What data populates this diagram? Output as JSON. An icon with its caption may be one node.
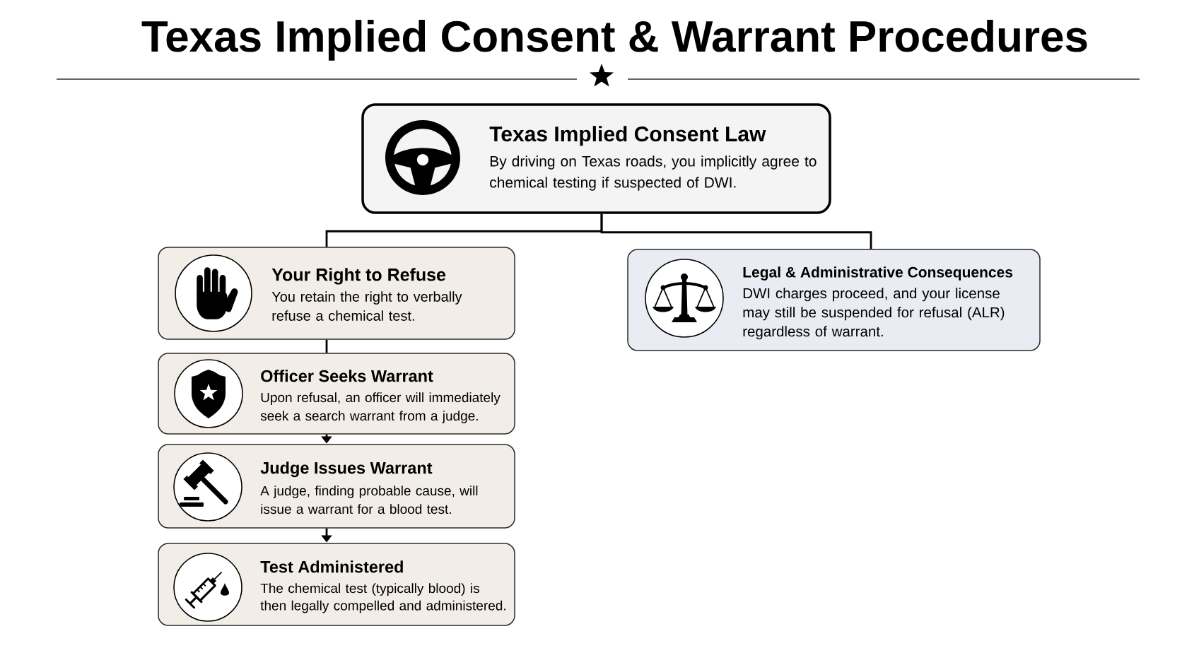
{
  "diagram": {
    "title": "Texas Implied Consent & Warrant Procedures",
    "nodes": [
      {
        "text": [
          "Texas Implied Consent Law",
          "By driving on Texas roads, you implicitly agree to chemical testing if suspected of DWI."
        ]
      },
      {
        "text": [
          "Your Right to Refuse",
          "You retain the right to verbally refuse a chemical test."
        ]
      },
      {
        "text": [
          "Legal & Administrative Consequences",
          "DWI charges proceed, and your license may still be suspended for refusal (ALR) regardless of warrant."
        ]
      },
      {
        "text": [
          "Officer Seeks Warrant",
          "Upon refusal, an officer will immediately seek a search warrant from a judge."
        ]
      },
      {
        "text": [
          "Judge Issues Warrant",
          "A judge, finding probable cause, will issue a warrant for a blood test."
        ]
      },
      {
        "text": [
          "Test Administered",
          "The chemical test (typically blood) is then legally compelled and administered."
        ]
      }
    ],
    "edges": [
      {
        "from": 0,
        "to": 1,
        "arrow": "none"
      },
      {
        "from": 0,
        "to": 2,
        "arrow": "none"
      },
      {
        "from": 1,
        "to": 3,
        "arrow": "none"
      },
      {
        "from": 3,
        "to": 4,
        "arrow": "to"
      },
      {
        "from": 4,
        "to": 5,
        "arrow": "to"
      }
    ]
  }
}
